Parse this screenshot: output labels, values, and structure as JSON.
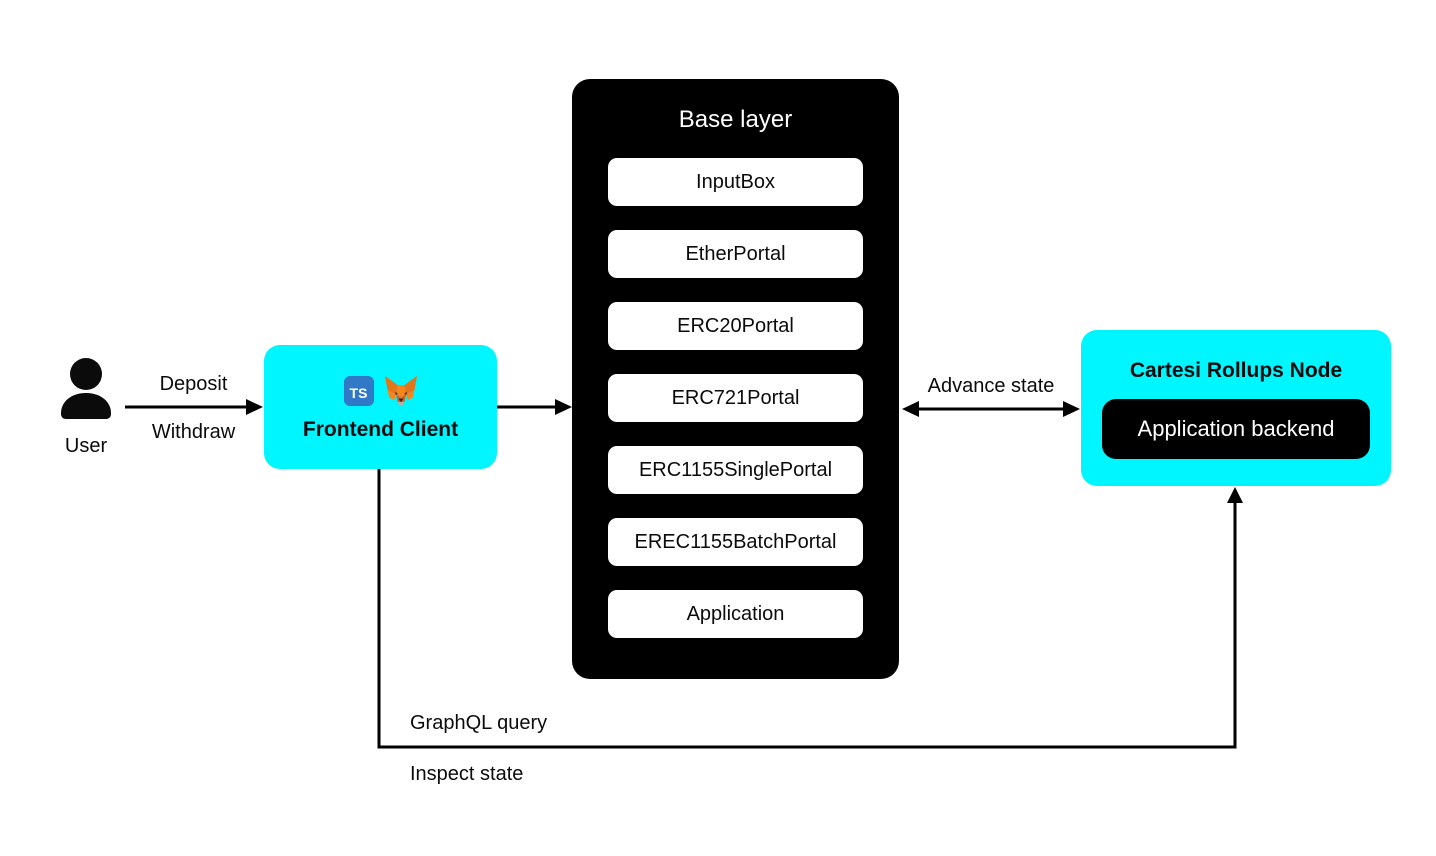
{
  "actors": {
    "user_label": "User"
  },
  "edges": {
    "deposit": "Deposit",
    "withdraw": "Withdraw",
    "advance_state": "Advance state",
    "graphql_query": "GraphQL query",
    "inspect_state": "Inspect state"
  },
  "frontend": {
    "label": "Frontend Client",
    "ts_icon_text": "TS"
  },
  "base_layer": {
    "title": "Base layer",
    "contracts": [
      "InputBox",
      "EtherPortal",
      "ERC20Portal",
      "ERC721Portal",
      "ERC1155SinglePortal",
      "EREC1155BatchPortal",
      "Application"
    ]
  },
  "node": {
    "title": "Cartesi Rollups Node",
    "backend_label": "Application backend"
  },
  "colors": {
    "accent_cyan": "#00F6FF",
    "box_black": "#000000",
    "ts_blue": "#3178C6",
    "fox_orange": "#F6851B",
    "line_black": "#000000",
    "background": "#FFFFFF"
  }
}
